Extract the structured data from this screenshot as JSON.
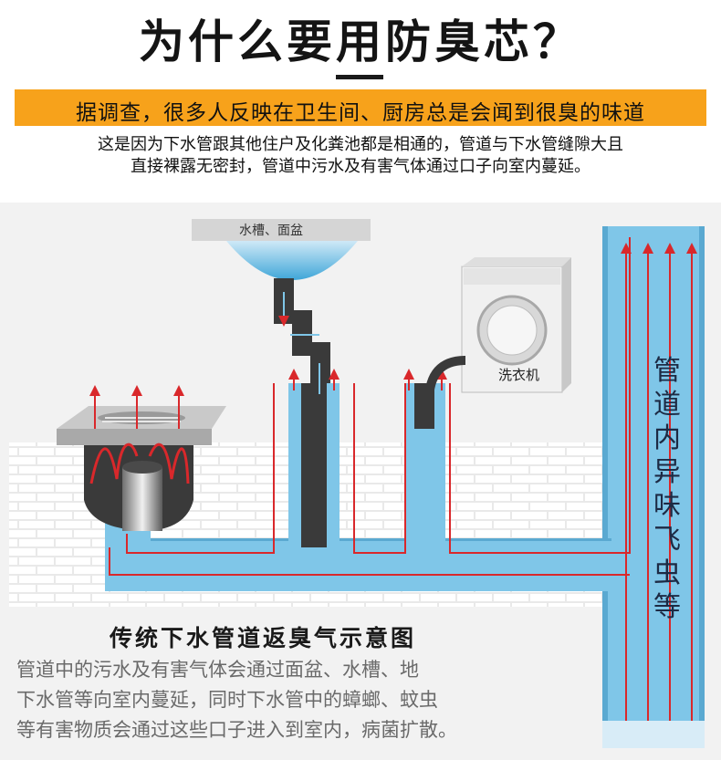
{
  "header": {
    "title": "为什么要用防臭芯？",
    "banner": "据调查，很多人反映在卫生间、厨房总是会闻到很臭的味道",
    "description_line1": "这是因为下水管跟其他住户及化粪池都是相通的，管道与下水管缝隙大且",
    "description_line2": "直接裸露无密封，管道中污水及有害气体通过口子向室内蔓延。"
  },
  "diagram": {
    "sink_label": "水槽、面盆",
    "washer_label": "洗衣机",
    "vertical_label": "管道内异味飞虫等",
    "colors": {
      "water": "#7fc6e8",
      "arrow": "#d9282b",
      "pipe_dark": "#3a3a3a",
      "brick": "#ffffff",
      "banner": "#f7a21b"
    }
  },
  "caption": {
    "title": "传统下水管道返臭气示意图",
    "line1": "管道中的污水及有害气体会通过面盆、水槽、地",
    "line2": "下水管等向室内蔓延，同时下水管中的蟑螂、蚊虫",
    "line3": "等有害物质会通过这些口子进入到室内，病菌扩散。"
  }
}
